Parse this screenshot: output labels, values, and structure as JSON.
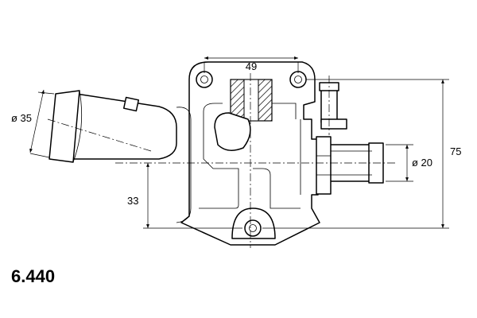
{
  "dimensions": {
    "bolt_spacing": "49",
    "inlet_diameter": "ø 35",
    "outlet_diameter": "ø 20",
    "overall_height": "75",
    "axis_height": "33"
  },
  "part_number": "6.440",
  "colors": {
    "line": "#000000",
    "background": "#ffffff",
    "hatch": "#000000"
  }
}
